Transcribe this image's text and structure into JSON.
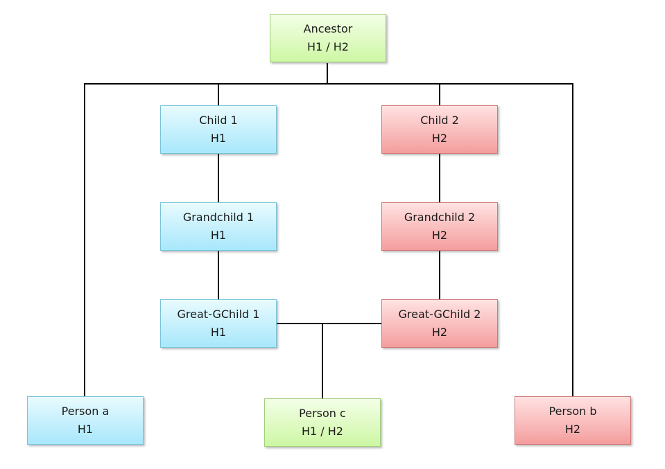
{
  "colors": {
    "both_haplotypes": "#d2f7ae",
    "haplotype_1": "#b3ebfb",
    "haplotype_2": "#f7aaaa",
    "connector": "#000000"
  },
  "nodes": {
    "ancestor": {
      "name": "Ancestor",
      "haplotype": "H1 / H2"
    },
    "child_1": {
      "name": "Child 1",
      "haplotype": "H1"
    },
    "child_2": {
      "name": "Child 2",
      "haplotype": "H2"
    },
    "grandchild_1": {
      "name": "Grandchild 1",
      "haplotype": "H1"
    },
    "grandchild_2": {
      "name": "Grandchild 2",
      "haplotype": "H2"
    },
    "great_gchild_1": {
      "name": "Great-GChild 1",
      "haplotype": "H1"
    },
    "great_gchild_2": {
      "name": "Great-GChild 2",
      "haplotype": "H2"
    },
    "person_a": {
      "name": "Person a",
      "haplotype": "H1"
    },
    "person_c": {
      "name": "Person c",
      "haplotype": "H1 / H2"
    },
    "person_b": {
      "name": "Person b",
      "haplotype": "H2"
    }
  },
  "edges": [
    [
      "ancestor",
      "child_1"
    ],
    [
      "ancestor",
      "child_2"
    ],
    [
      "ancestor",
      "person_a"
    ],
    [
      "ancestor",
      "person_b"
    ],
    [
      "child_1",
      "grandchild_1"
    ],
    [
      "child_2",
      "grandchild_2"
    ],
    [
      "grandchild_1",
      "great_gchild_1"
    ],
    [
      "grandchild_2",
      "great_gchild_2"
    ],
    [
      "great_gchild_1",
      "person_c"
    ],
    [
      "great_gchild_2",
      "person_c"
    ]
  ]
}
